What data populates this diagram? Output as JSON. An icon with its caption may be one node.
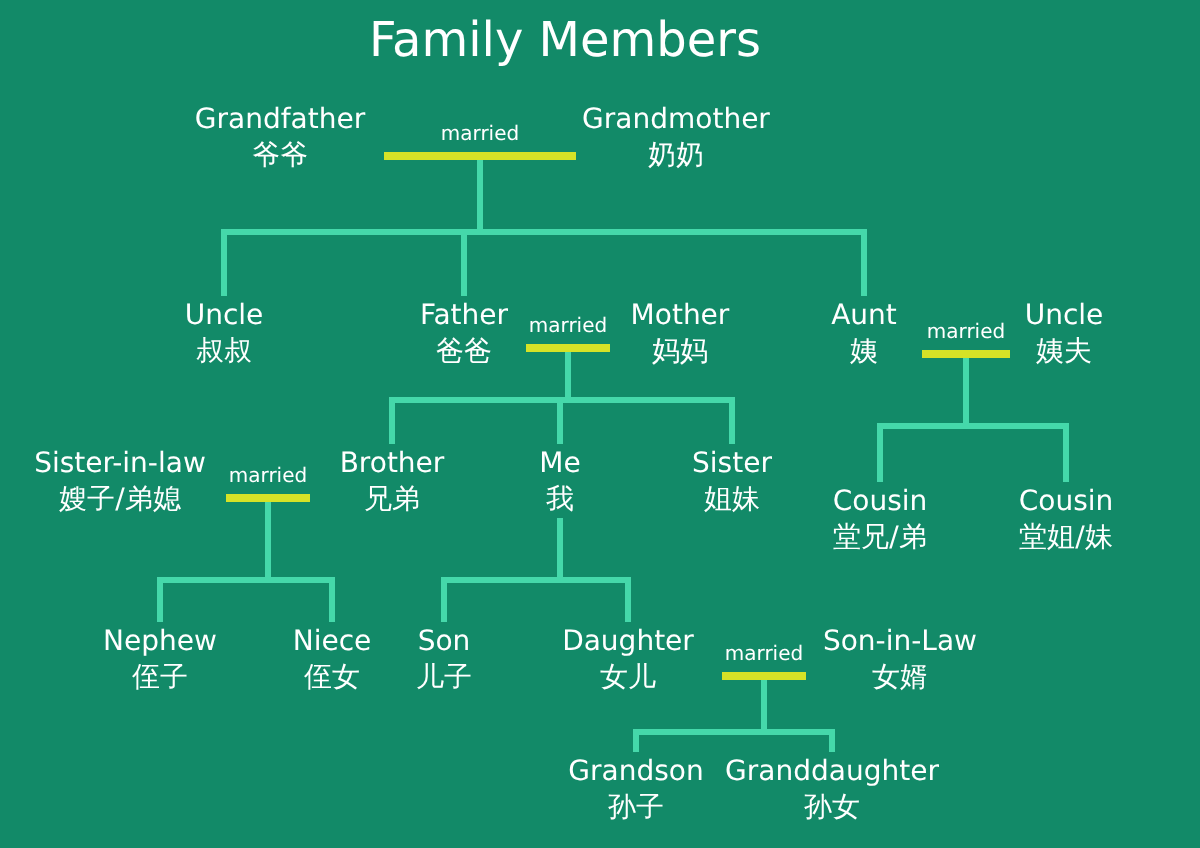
{
  "diagram": {
    "title": "Family Members",
    "nodes": [
      {
        "text": [
          "Grandfather",
          "爷爷"
        ]
      },
      {
        "text": [
          "married"
        ]
      },
      {
        "text": [
          "Grandmother",
          "奶奶"
        ]
      },
      {
        "text": [
          "Uncle",
          "叔叔"
        ]
      },
      {
        "text": [
          "Father",
          "爸爸"
        ]
      },
      {
        "text": [
          "married"
        ]
      },
      {
        "text": [
          "Mother",
          "妈妈"
        ]
      },
      {
        "text": [
          "Aunt",
          "姨"
        ]
      },
      {
        "text": [
          "married"
        ]
      },
      {
        "text": [
          "Uncle",
          "姨夫"
        ]
      },
      {
        "text": [
          "Sister-in-law",
          "嫂子/弟媳"
        ]
      },
      {
        "text": [
          "married"
        ]
      },
      {
        "text": [
          "Brother",
          "兄弟"
        ]
      },
      {
        "text": [
          "Me",
          "我"
        ]
      },
      {
        "text": [
          "Sister",
          "姐妹"
        ]
      },
      {
        "text": [
          "Cousin",
          "堂兄/弟"
        ]
      },
      {
        "text": [
          "Cousin",
          "堂姐/妹"
        ]
      },
      {
        "text": [
          "Nephew",
          "侄子"
        ]
      },
      {
        "text": [
          "Niece",
          "侄女"
        ]
      },
      {
        "text": [
          "Son",
          "儿子"
        ]
      },
      {
        "text": [
          "Daughter",
          "女儿"
        ]
      },
      {
        "text": [
          "married"
        ]
      },
      {
        "text": [
          "Son-in-Law",
          "女婿"
        ]
      },
      {
        "text": [
          "Grandson",
          "孙子"
        ]
      },
      {
        "text": [
          "Granddaughter",
          "孙女"
        ]
      }
    ],
    "edges": [
      {
        "from": 1,
        "to": 3,
        "arrow": "none"
      },
      {
        "from": 1,
        "to": 4,
        "arrow": "none"
      },
      {
        "from": 1,
        "to": 7,
        "arrow": "none"
      },
      {
        "from": 5,
        "to": 12,
        "arrow": "none"
      },
      {
        "from": 5,
        "to": 13,
        "arrow": "none"
      },
      {
        "from": 5,
        "to": 14,
        "arrow": "none"
      },
      {
        "from": 8,
        "to": 15,
        "arrow": "none"
      },
      {
        "from": 8,
        "to": 16,
        "arrow": "none"
      },
      {
        "from": 11,
        "to": 17,
        "arrow": "none"
      },
      {
        "from": 11,
        "to": 18,
        "arrow": "none"
      },
      {
        "from": 13,
        "to": 19,
        "arrow": "none"
      },
      {
        "from": 13,
        "to": 20,
        "arrow": "none"
      },
      {
        "from": 21,
        "to": 23,
        "arrow": "none"
      },
      {
        "from": 21,
        "to": 24,
        "arrow": "none"
      }
    ]
  }
}
